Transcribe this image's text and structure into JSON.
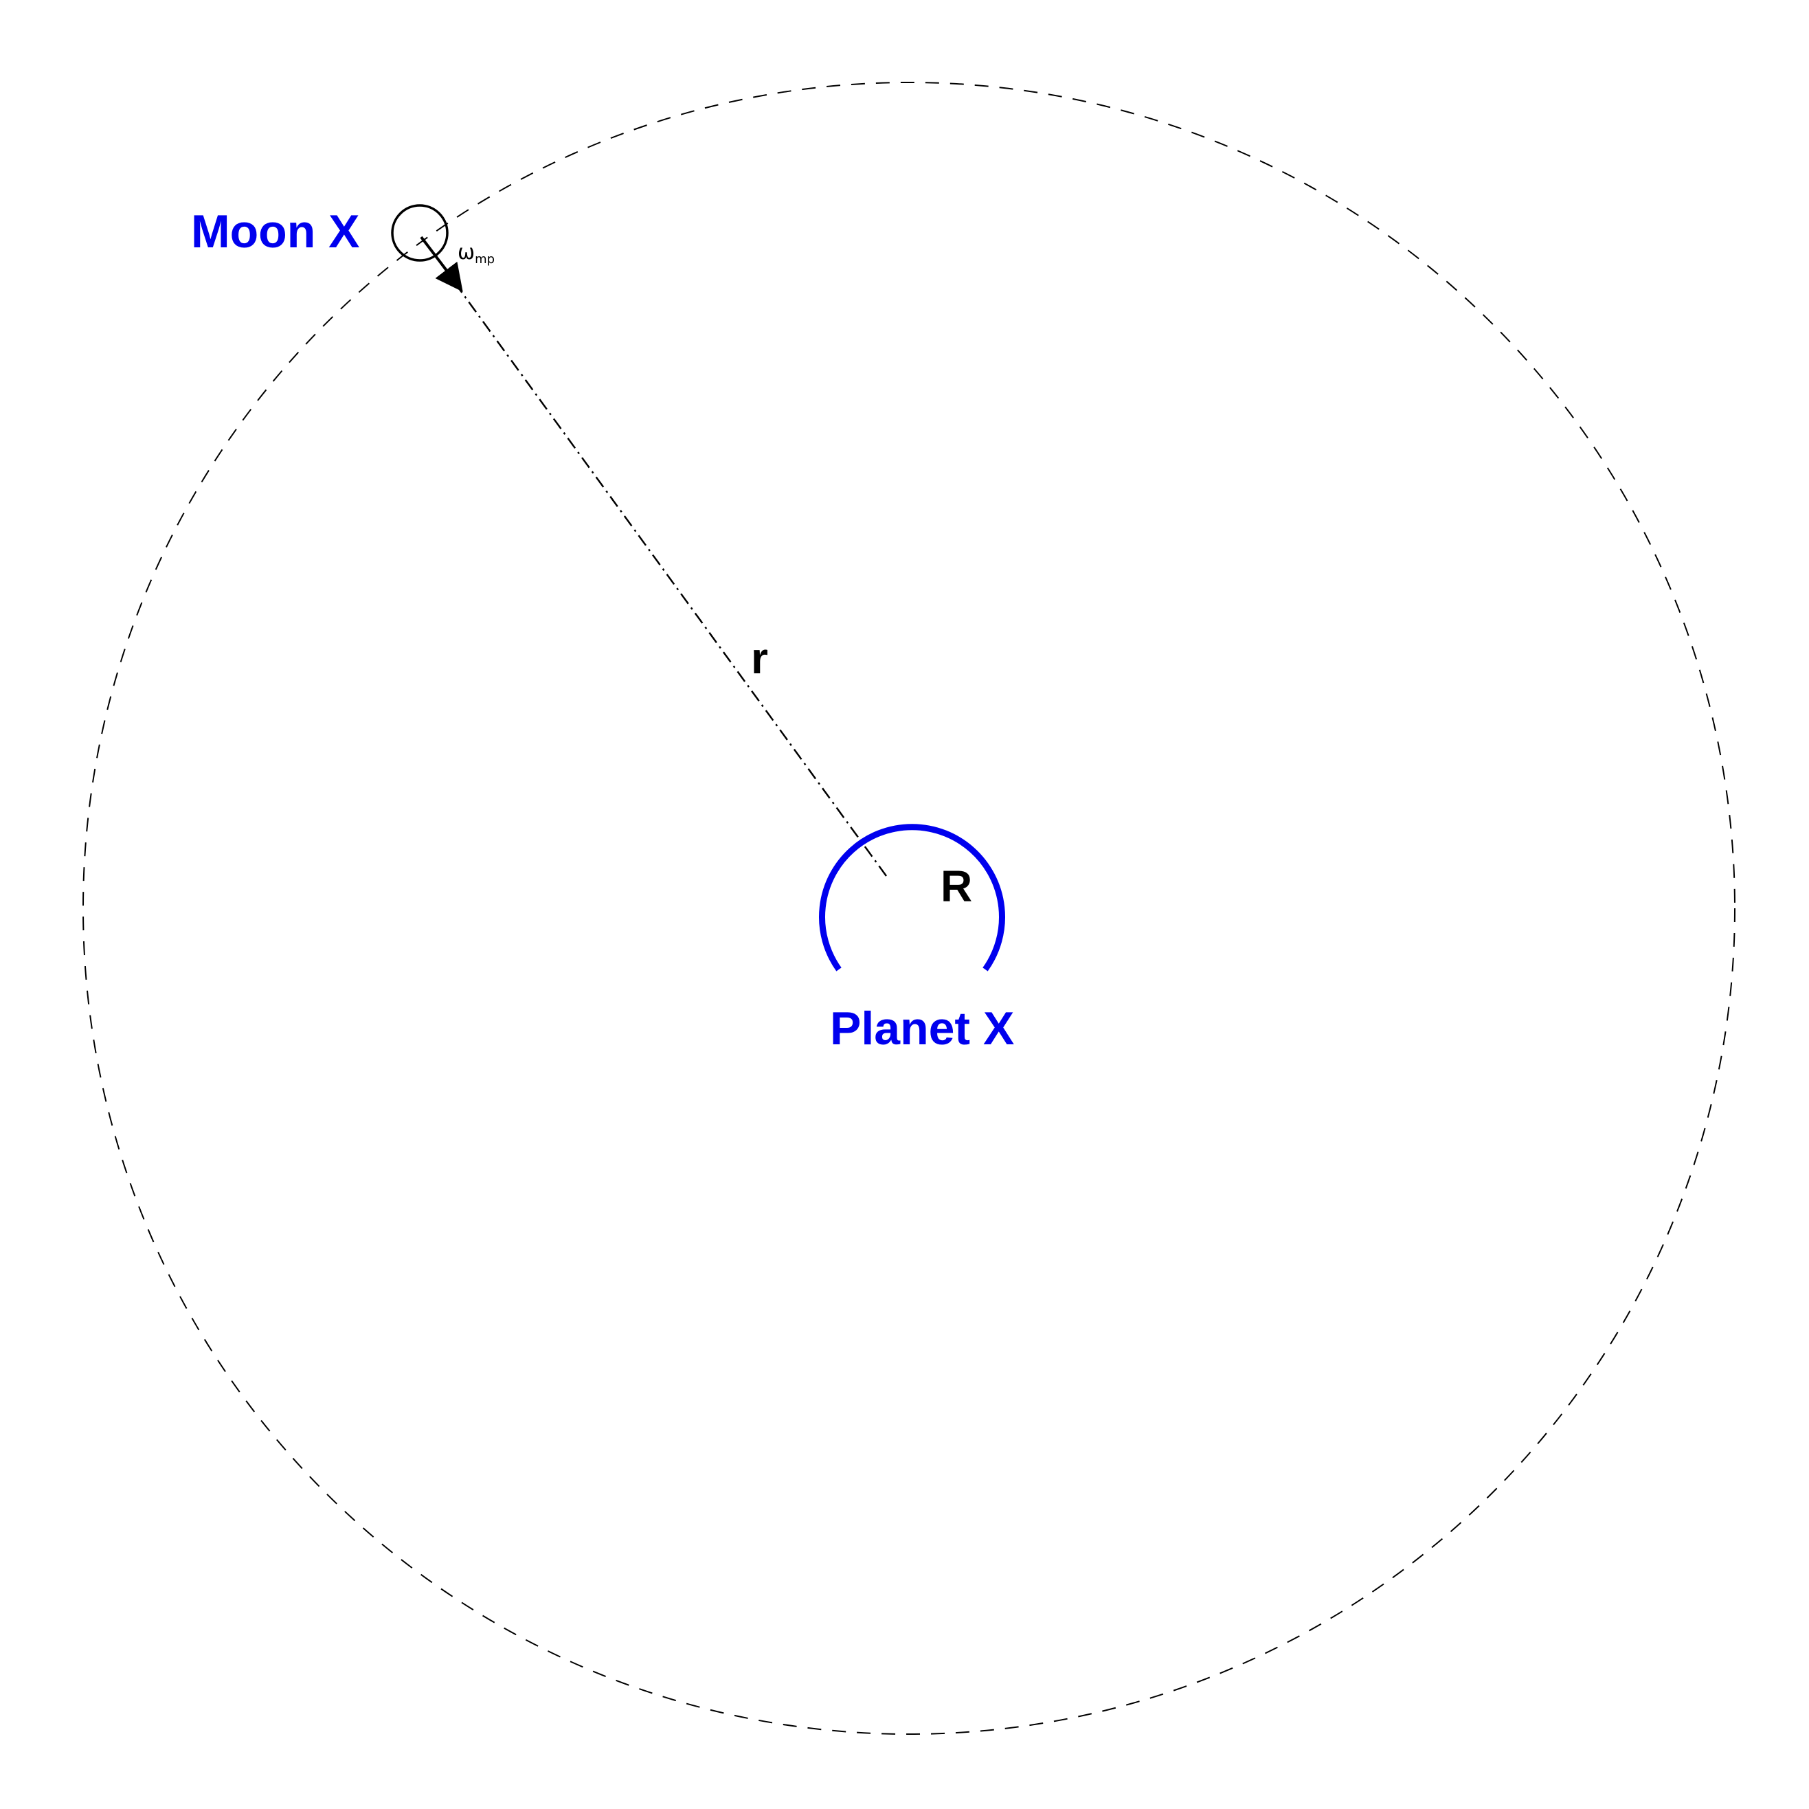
{
  "diagram": {
    "moon_label": "Moon X",
    "planet_label": "Planet X",
    "orbit_radius_label": "r",
    "planet_radius_label": "R",
    "angular_velocity_symbol": "ω",
    "angular_velocity_subscript": "mp",
    "colors": {
      "body_labels": "#0000ee",
      "planet_outline": "#0000ee",
      "lines": "#000000",
      "background": "#ffffff"
    }
  }
}
